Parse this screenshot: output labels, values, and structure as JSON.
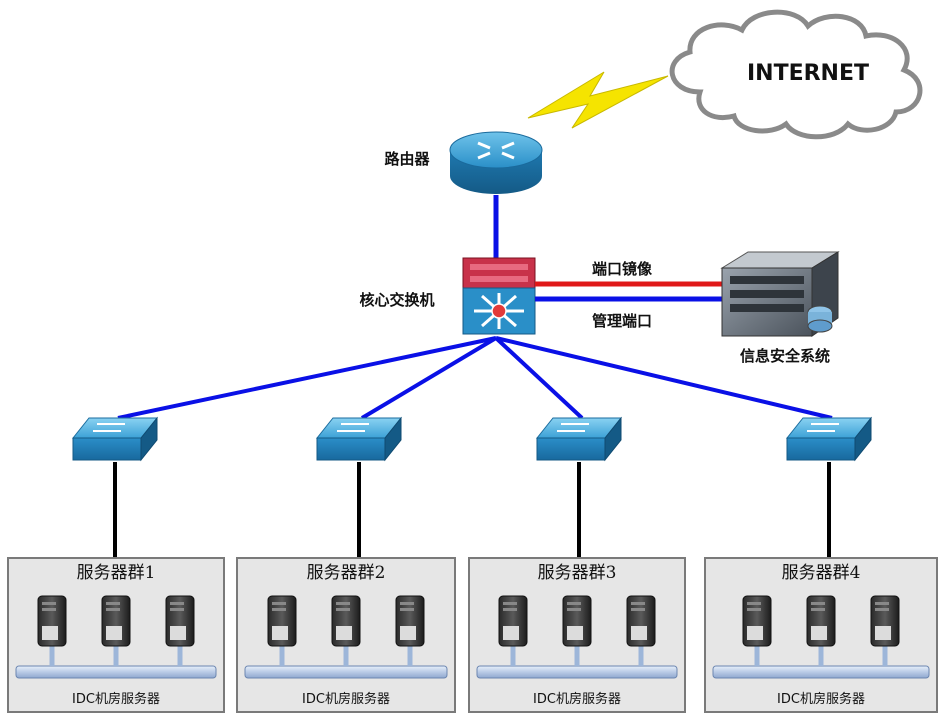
{
  "internet_label": "INTERNET",
  "router_label": "路由器",
  "core_switch_label": "核心交换机",
  "mirror_port_label": "端口镜像",
  "mgmt_port_label": "管理端口",
  "security_system_label": "信息安全系统",
  "groups": [
    {
      "title": "服务器群1",
      "footer": "IDC机房服务器"
    },
    {
      "title": "服务器群2",
      "footer": "IDC机房服务器"
    },
    {
      "title": "服务器群3",
      "footer": "IDC机房服务器"
    },
    {
      "title": "服务器群4",
      "footer": "IDC机房服务器"
    }
  ],
  "colors": {
    "uplink": "#0a10e6",
    "mirror": "#e01818",
    "access_link": "#000000",
    "device_blue": "#2a8fc8",
    "lightning": "#f5e400"
  }
}
